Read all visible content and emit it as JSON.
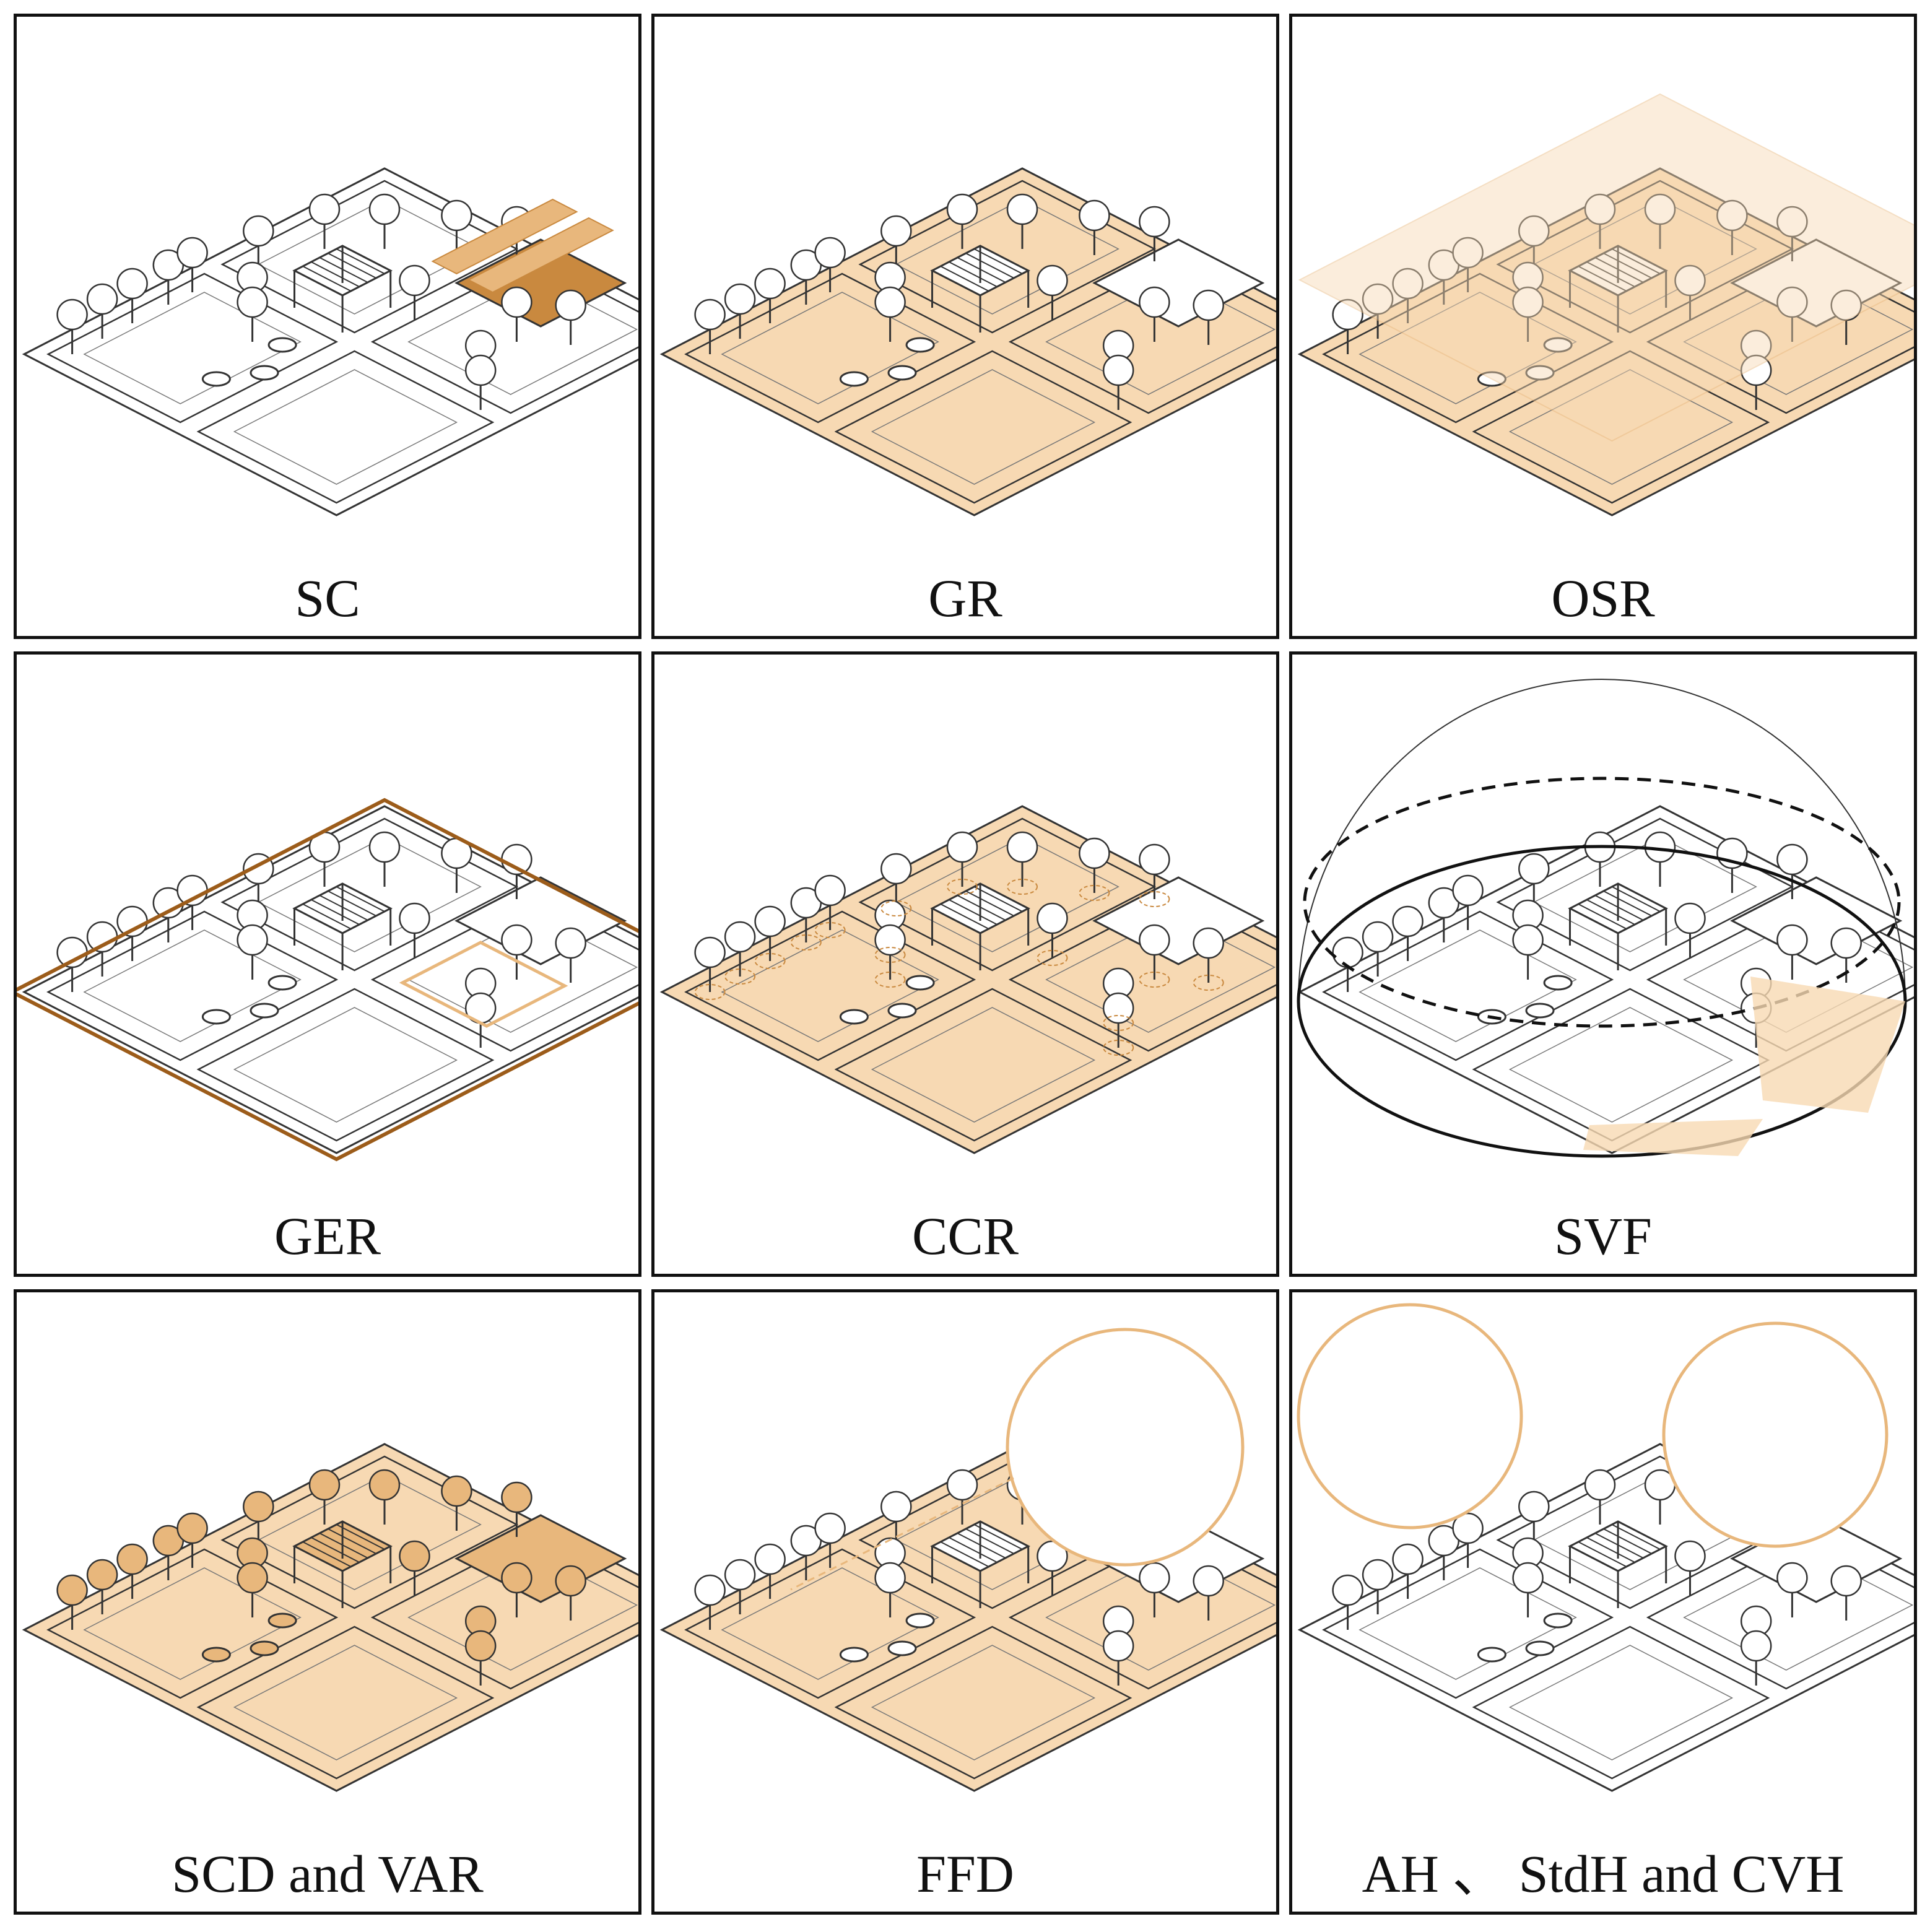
{
  "colors": {
    "accent": "#f7d9b3",
    "accent_mid": "#e8b77c",
    "accent_dark": "#c9893f",
    "outline_dark": "#9c5c1a",
    "line": "#333333"
  },
  "panels": [
    {
      "id": "sc",
      "label": "SC",
      "fill": "facades"
    },
    {
      "id": "gr",
      "label": "GR",
      "fill": "ground"
    },
    {
      "id": "osr",
      "label": "OSR",
      "fill": "open"
    },
    {
      "id": "ger",
      "label": "GER",
      "fill": "outline"
    },
    {
      "id": "ccr",
      "label": "CCR",
      "fill": "canopy"
    },
    {
      "id": "svf",
      "label": "SVF",
      "fill": "dome"
    },
    {
      "id": "scd",
      "label": "SCD and VAR",
      "fill": "volumes"
    },
    {
      "id": "ffd",
      "label": "FFD",
      "fill": "zoom-one"
    },
    {
      "id": "ah",
      "label": "AH 、 StdH and CVH",
      "fill": "zoom-two"
    }
  ]
}
